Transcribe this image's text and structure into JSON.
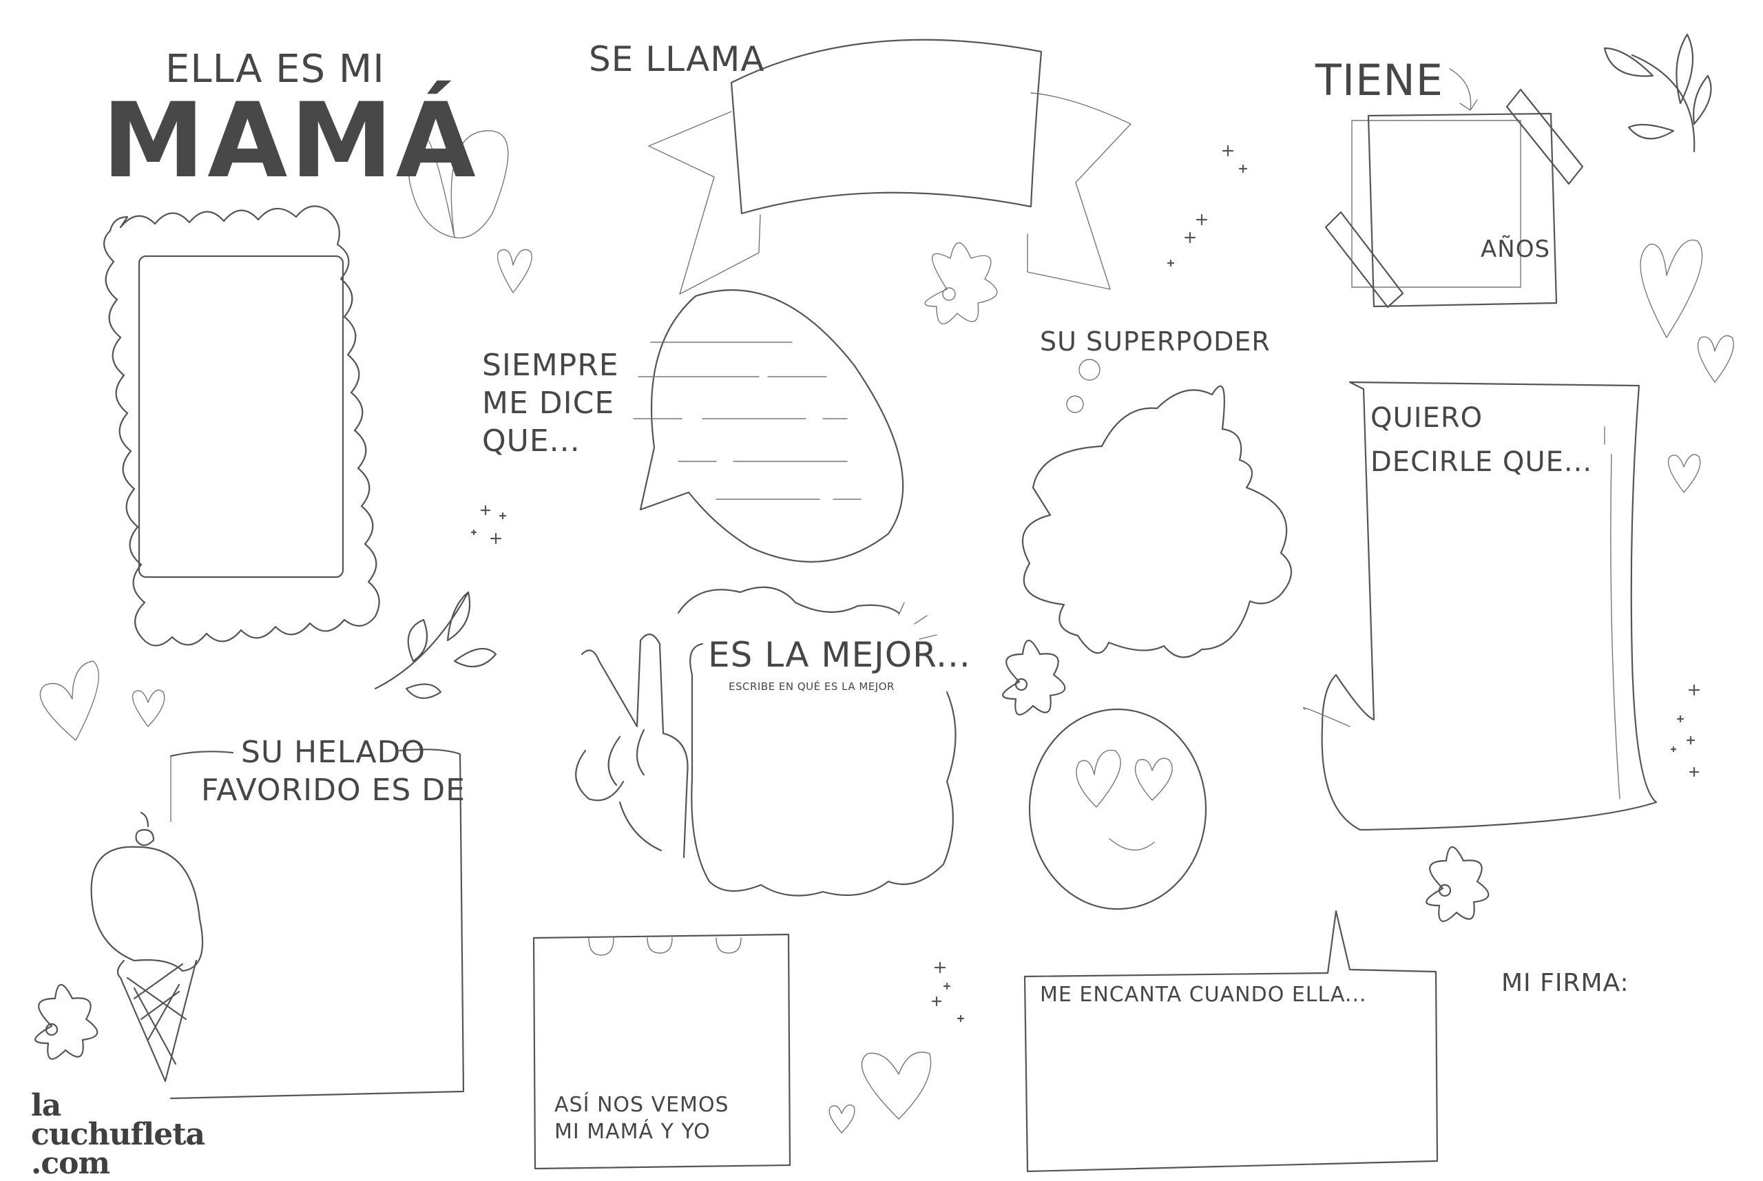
{
  "header": {
    "pre_title": "ELLA ES MI",
    "title": "MAMÁ"
  },
  "sections": {
    "name": {
      "label": "SE LLAMA",
      "value": ""
    },
    "age": {
      "label": "TIENE",
      "unit": "AÑOS",
      "value": ""
    },
    "photo_frame": {
      "value": ""
    },
    "always_says": {
      "label_lines": [
        "SIEMPRE",
        "ME DICE",
        "QUE..."
      ],
      "value": ""
    },
    "superpower": {
      "label": "SU SUPERPODER",
      "value": ""
    },
    "want_to_say": {
      "label_lines": [
        "QUIERO",
        "DECIRLE QUE..."
      ],
      "value": ""
    },
    "best_at": {
      "label": "ES LA MEJOR...",
      "hint": "ESCRIBE EN QUÉ ES LA MEJOR",
      "value": ""
    },
    "ice_cream": {
      "label_lines": [
        "SU HELADO",
        "FAVORIDO ES DE"
      ],
      "value": ""
    },
    "together": {
      "label_lines": [
        "ASÍ NOS VEMOS",
        "MI MAMÁ Y YO"
      ],
      "value": ""
    },
    "love_when": {
      "label": "ME ENCANTA CUANDO ELLA...",
      "value": ""
    },
    "signature": {
      "label": "MI FIRMA:",
      "value": ""
    }
  },
  "brand": {
    "lines": [
      "la",
      "cuchufleta",
      ".com"
    ]
  },
  "colors": {
    "ink": "#454545",
    "line": "#555555",
    "background": "#ffffff"
  },
  "decorations": {
    "icons": [
      "heart-icon",
      "flower-icon",
      "leaf-branch-icon",
      "sparkle-icon",
      "peace-hand-icon",
      "heart-eyes-emoji-icon",
      "ice-cream-icon",
      "ribbon-banner-icon",
      "tape-icon",
      "arrow-icon"
    ]
  }
}
